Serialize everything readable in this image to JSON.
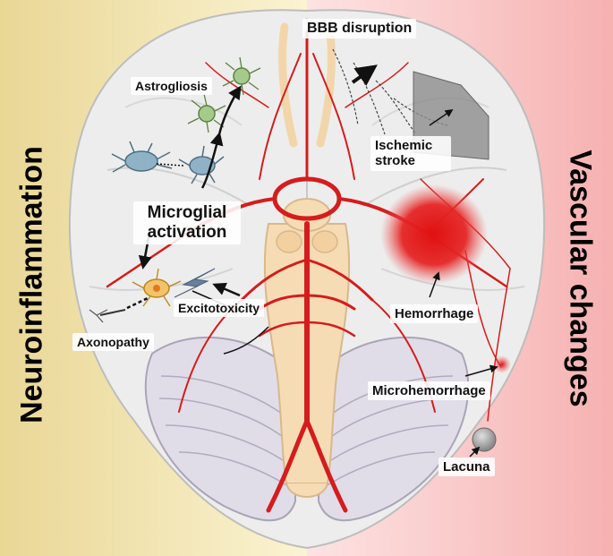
{
  "titles": {
    "left": "Neuroinflammation",
    "right": "Vascular changes"
  },
  "labels": {
    "astrogliosis": "Astrogliosis",
    "microglial_activation": "Microglial activation",
    "excitotoxicity": "Excitotoxicity",
    "axonopathy": "Axonopathy",
    "bbb_disruption": "BBB disruption",
    "ischemic_stroke": "Ischemic stroke",
    "hemorrhage": "Hemorrhage",
    "microhemorrhage": "Microhemorrhage",
    "lacuna": "Lacuna"
  },
  "colors": {
    "left_background": "#f2e2a4",
    "right_background": "#f8c4c4",
    "artery": "#d41d1d",
    "brain": "#eeeeee",
    "hemorrhage": "#e41a1a"
  }
}
